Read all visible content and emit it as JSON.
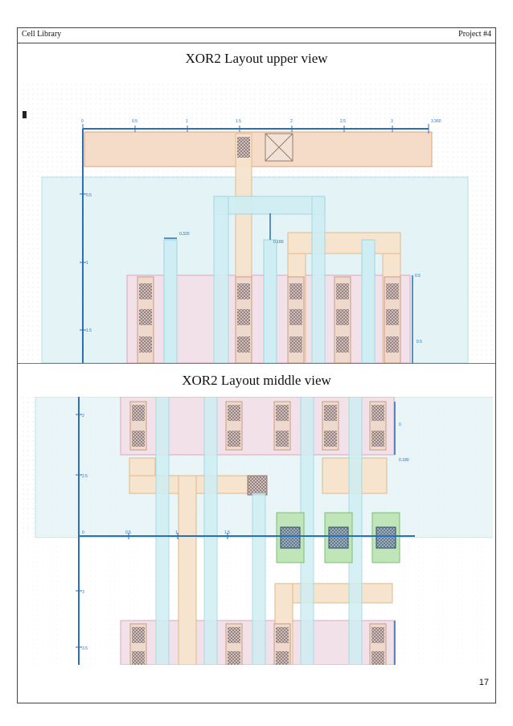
{
  "header": {
    "left": "Cell Library",
    "right": "Project #4"
  },
  "sections": [
    {
      "title": "XOR2 Layout upper view"
    },
    {
      "title": "XOR2 Layout middle view"
    }
  ],
  "upper_view": {
    "ruler_labels": [
      "0",
      "0.5",
      "1",
      "1.5",
      "2",
      "2.5",
      "3",
      "3.360"
    ],
    "vertical_labels": [
      "0.5",
      "1",
      "1.5"
    ],
    "measurements": [
      "0.320",
      "0.180",
      "0.5",
      "0.5"
    ]
  },
  "middle_view": {
    "ruler_labels": [
      "0",
      "0.5",
      "1",
      "1.5"
    ],
    "vertical_labels": [
      "2",
      "2.5",
      "3",
      "3.5"
    ],
    "measurements": [
      "0",
      "0.180"
    ]
  },
  "page_number": "17"
}
